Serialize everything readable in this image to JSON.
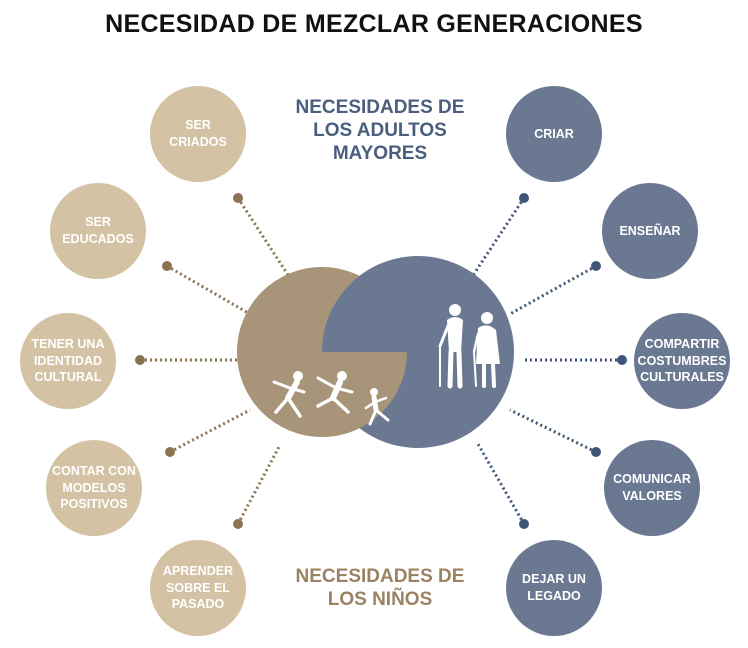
{
  "title": "NECESIDAD DE MEZCLAR GENERACIONES",
  "labels": {
    "elders": "NECESIDADES DE\nLOS ADULTOS\nMAYORES",
    "kids": "NECESIDADES DE\nLOS NIÑOS"
  },
  "kids_needs": [
    "SER CRIADOS",
    "SER\nEDUCADOS",
    "TENER UNA\nIDENTIDAD\nCULTURAL",
    "CONTAR CON\nMODELOS\nPOSITIVOS",
    "APRENDER\nSOBRE EL\nPASADO"
  ],
  "elders_needs": [
    "CRIAR",
    "ENSEÑAR",
    "COMPARTIR\nCOSTUMBRES\nCULTURALES",
    "COMUNICAR\nVALORES",
    "DEJAR UN\nLEGADO"
  ],
  "colors": {
    "kids": "#d3c2a4",
    "kids_dark": "#a89478",
    "elders": "#6a7892",
    "dots_kids": "#8a7350",
    "dots_elders": "#3f5678"
  },
  "icons": {
    "kids": "children-playing-icon",
    "elders": "elderly-couple-with-canes-icon"
  }
}
